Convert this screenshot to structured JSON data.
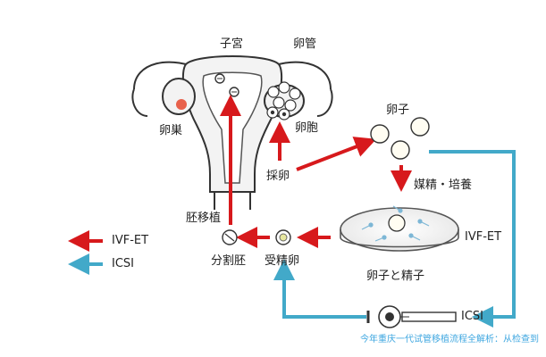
{
  "labels": {
    "uterus": "子宮",
    "oviduct": "卵管",
    "ovary": "卵巣",
    "follicle": "卵胞",
    "egg_retrieval": "採卵",
    "egg": "卵子",
    "insemination_culture": "媒精・培養",
    "ivf_et_dish": "IVF-ET",
    "egg_and_sperm": "卵子と精子",
    "fertilized_egg": "受精卵",
    "cleavage_embryo": "分割胚",
    "embryo_transfer": "胚移植",
    "icsi_pipette": "ICSI"
  },
  "legend": {
    "items": [
      {
        "label": "IVF-ET",
        "color": "#d7191c"
      },
      {
        "label": "ICSI",
        "color": "#42a9c9"
      }
    ]
  },
  "watermark": "今年重庆一代试管移植流程全解析：从检查到",
  "colors": {
    "ivf_arrow": "#d7191c",
    "icsi_arrow": "#42a9c9",
    "outline": "#333333",
    "uterus_fill": "#f3f3f3"
  }
}
